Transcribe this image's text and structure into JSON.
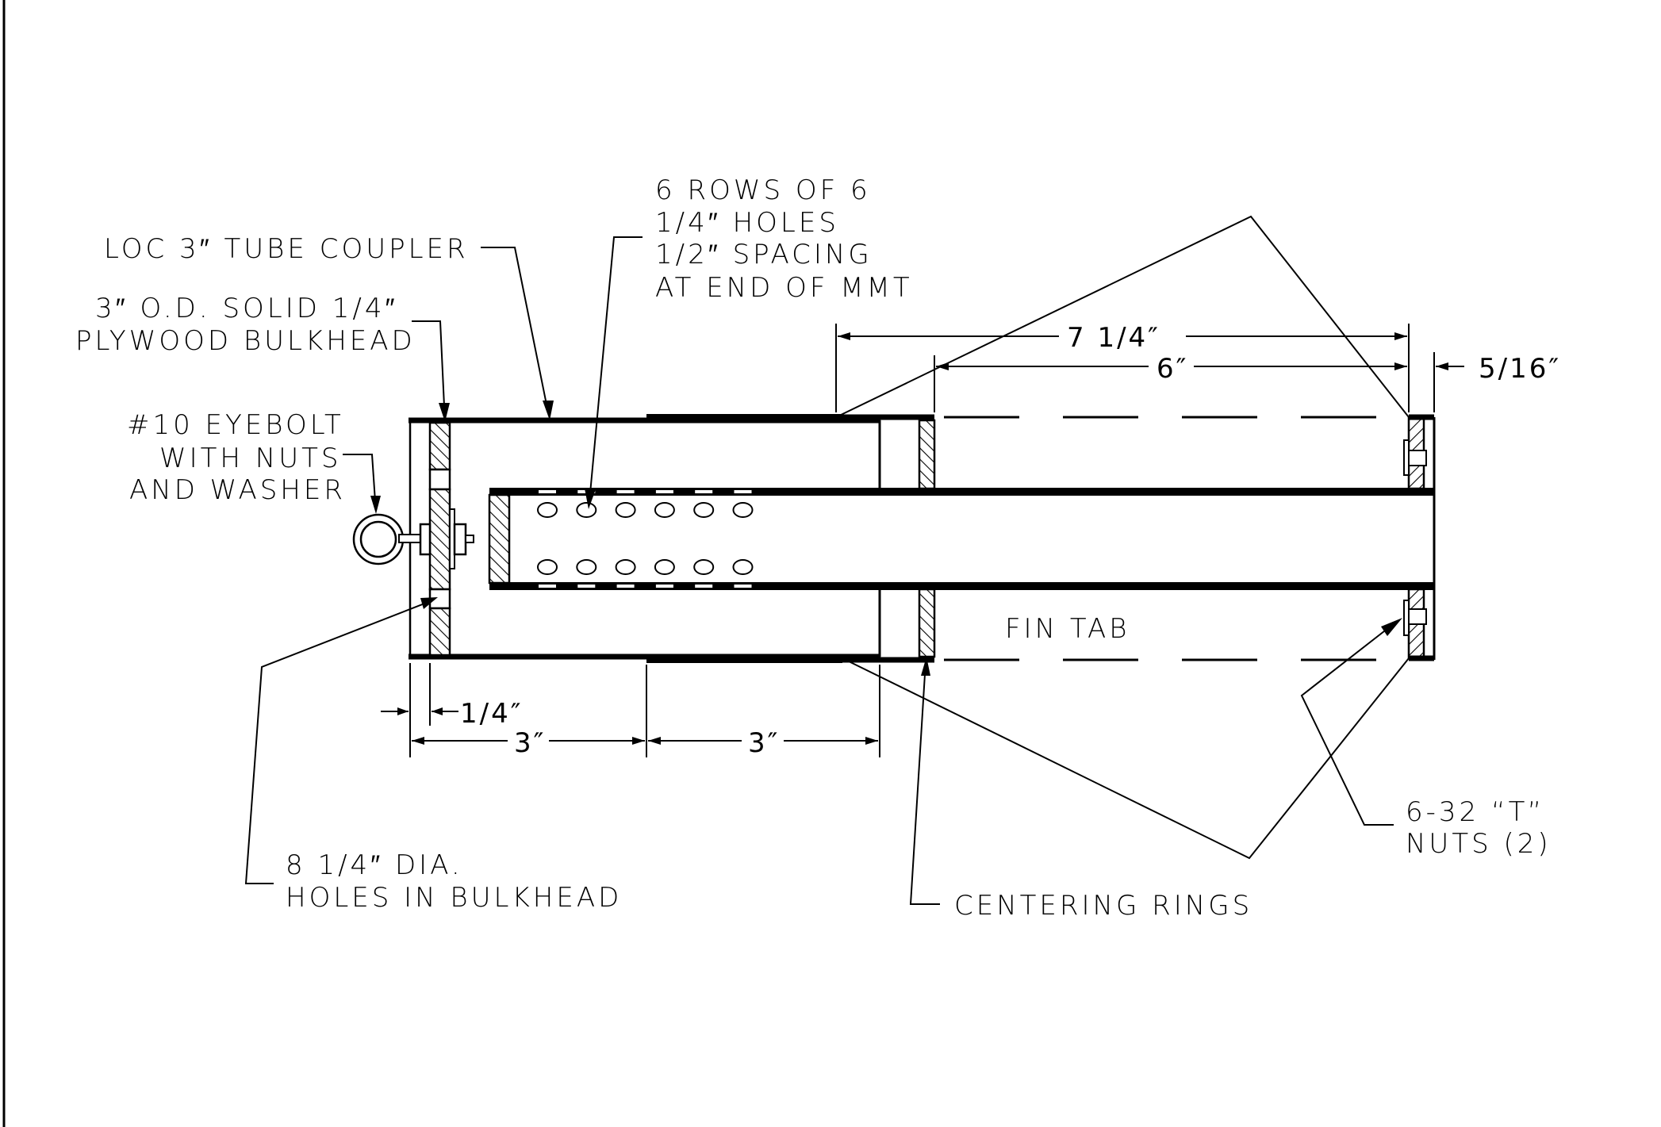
{
  "drawing": {
    "title": "Motor mount / recovery section assembly",
    "labels": {
      "coupler": "LOC 3″ TUBE COUPLER",
      "bulkhead_line1": "3″ O.D. SOLID 1/4″",
      "bulkhead_line2": "PLYWOOD BULKHEAD",
      "eyebolt_line1": "#10 EYEBOLT",
      "eyebolt_line2": "WITH NUTS",
      "eyebolt_line3": "AND WASHER",
      "holes_line1": "6 ROWS OF 6",
      "holes_line2": "1/4″ HOLES",
      "holes_line3": "1/2″ SPACING",
      "holes_line4": "AT END OF MMT",
      "fin_tab": "FIN TAB",
      "bulkhead_holes_line1": "8 1/4″ DIA.",
      "bulkhead_holes_line2": "HOLES IN BULKHEAD",
      "centering_rings": "CENTERING RINGS",
      "tnuts_line1": "6-32 “T”",
      "tnuts_line2": "NUTS (2)"
    },
    "dimensions": {
      "fin_root_length": "7 1/4″",
      "ring_spacing": "6″",
      "rear_ring_offset": "5/16″",
      "bulkhead_thickness": "1/4″",
      "coupler_exposed": "3″",
      "coupler_inserted": "3″"
    },
    "vent_holes": {
      "rows_shown": 2,
      "holes_per_row": 6
    },
    "icons": [
      "eyebolt-icon",
      "t-nut-icon",
      "centering-ring-icon",
      "bulkhead-icon"
    ],
    "colors": {
      "ink": "#000000",
      "paper": "#ffffff"
    }
  }
}
